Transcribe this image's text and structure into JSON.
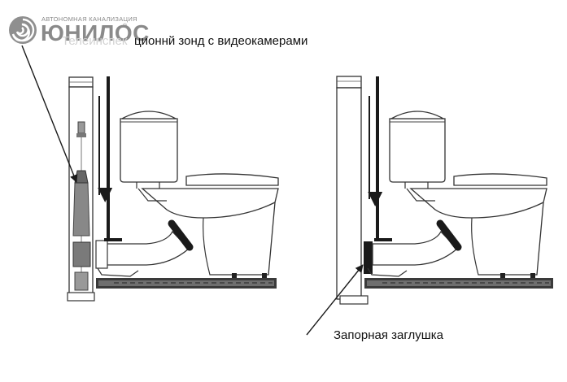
{
  "logo": {
    "tagline": "АВТОНОМНАЯ КАНАЛИЗАЦИЯ",
    "brand": "ЮНИЛОС",
    "registered_mark": "®"
  },
  "labels": {
    "probe_ghost": "Телеинспек",
    "probe": "ционнй зонд с видеокамерами",
    "plug": "Запорная заглушка"
  },
  "colors": {
    "ink": "#1a1a1a",
    "logo_gray": "#8a8a8a",
    "background": "#ffffff"
  }
}
